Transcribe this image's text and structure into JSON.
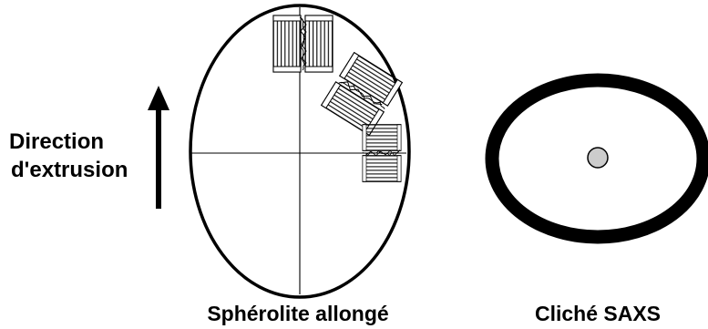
{
  "diagram": {
    "direction_label": {
      "line1": "Direction",
      "line2": "d'extrusion"
    },
    "spherulite_caption": "Sphérolite allongé",
    "saxs_caption": "Cliché SAXS",
    "colors": {
      "stroke": "#000000",
      "background": "#ffffff",
      "center_dot": "#cccccc"
    },
    "icons": {
      "direction_arrow": "up-arrow",
      "lamella_stack": "hatched-lamella-stack"
    }
  }
}
